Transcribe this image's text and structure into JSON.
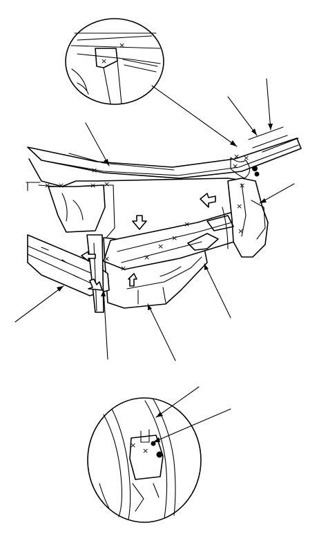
{
  "figure": {
    "background": "#ffffff",
    "line_color": "#000000",
    "weld_mark": "×",
    "spot_weld_symbol": "filled-circle"
  },
  "callouts": {
    "count_leaders": 12,
    "detail_views": 2
  }
}
